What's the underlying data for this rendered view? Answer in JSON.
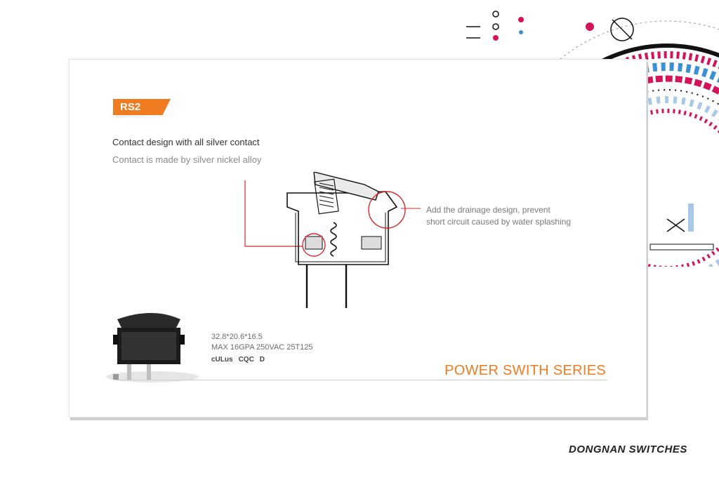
{
  "tag": {
    "label": "RS2"
  },
  "heading": "Contact design with all silver contact",
  "subheading": "Contact is made by silver nickel alloy",
  "callout": {
    "line1": "Add the drainage design, prevent",
    "line2": "short circuit caused by water splashing"
  },
  "specs": {
    "dimensions": "32.8*20.6*16.5",
    "rating": "MAX  16GPA 250VAC  25T125"
  },
  "certifications": [
    "cULus",
    "CQC",
    "D"
  ],
  "series_title": "POWER SWITH SERIES",
  "brand": "DONGNAN SWITCHES",
  "colors": {
    "accent": "#f07c22",
    "red_line": "#d9262b",
    "magenta": "#d4145a",
    "blue": "#3a8fd9"
  },
  "icons": [
    "rocker-switch-product-image",
    "switch-cross-section-diagram",
    "circular-decoration"
  ]
}
